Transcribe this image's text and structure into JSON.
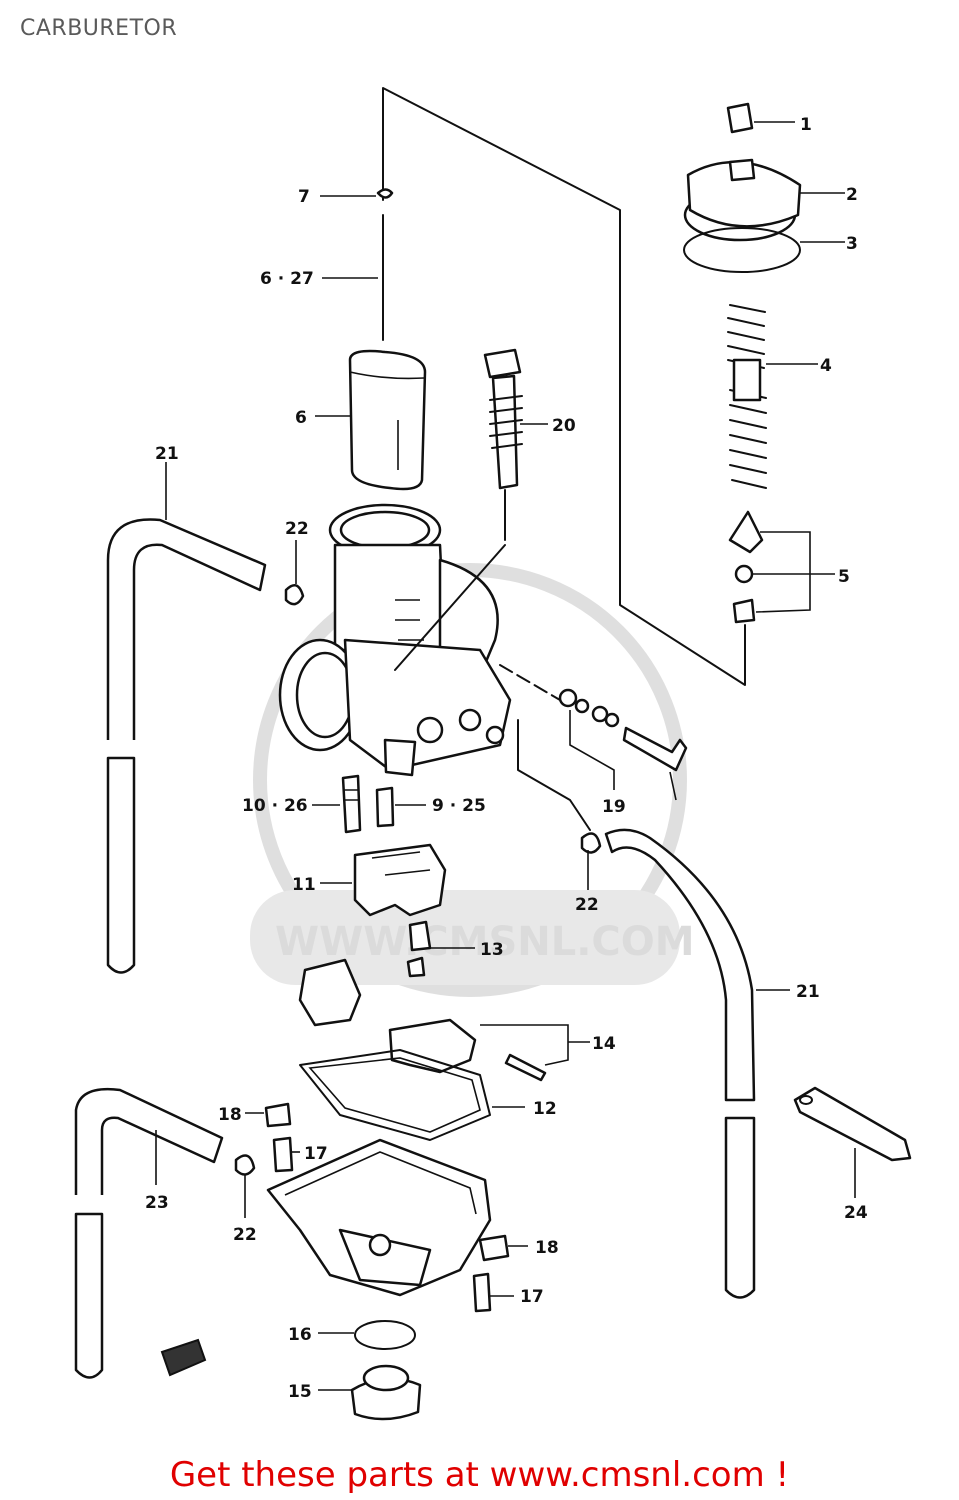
{
  "title": "CARBURETOR",
  "watermark": "WWW.CMSNL.COM",
  "footer_text": "Get these parts at www.cmsnl.com !",
  "callouts": {
    "c1": "1",
    "c2": "2",
    "c3": "3",
    "c4": "4",
    "c5": "5",
    "c6": "6",
    "c6_27": "6 · 27",
    "c7": "7",
    "c9_25": "9 · 25",
    "c10_26": "10 · 26",
    "c11": "11",
    "c12": "12",
    "c13": "13",
    "c14": "14",
    "c15": "15",
    "c16": "16",
    "c17a": "17",
    "c17b": "17",
    "c18a": "18",
    "c18b": "18",
    "c19": "19",
    "c20": "20",
    "c21a": "21",
    "c21b": "21",
    "c22a": "22",
    "c22b": "22",
    "c22c": "22",
    "c23": "23",
    "c24": "24"
  },
  "colors": {
    "footer": "#e00000",
    "title": "#5a5a5a",
    "line": "#111111",
    "watermark": "#d8d8d8"
  }
}
